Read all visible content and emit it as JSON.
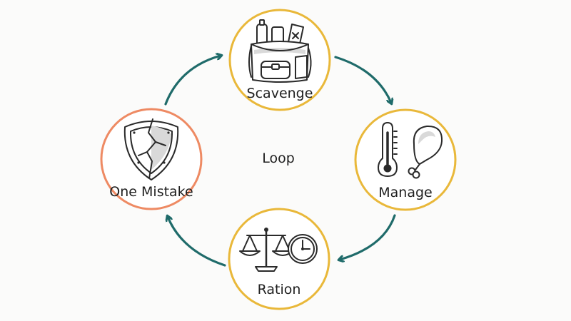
{
  "diagram": {
    "center_label": "Loop",
    "colors": {
      "node_ring": "#e9b83a",
      "warning_ring": "#ee8a63",
      "arrow": "#1f6b6a",
      "ink": "#2a2a2a"
    },
    "nodes": [
      {
        "id": "scavenge",
        "label": "Scavenge",
        "icon": "backpack-icon"
      },
      {
        "id": "manage",
        "label": "Manage",
        "icons": [
          "thermometer-icon",
          "drumstick-icon"
        ]
      },
      {
        "id": "ration",
        "label": "Ration",
        "icons": [
          "balance-scale-icon",
          "clock-icon"
        ]
      },
      {
        "id": "one-mistake",
        "label": "One Mistake",
        "icon": "cracked-shield-icon"
      }
    ],
    "flow": [
      "Scavenge",
      "Manage",
      "Ration",
      "One Mistake",
      "Scavenge"
    ]
  }
}
